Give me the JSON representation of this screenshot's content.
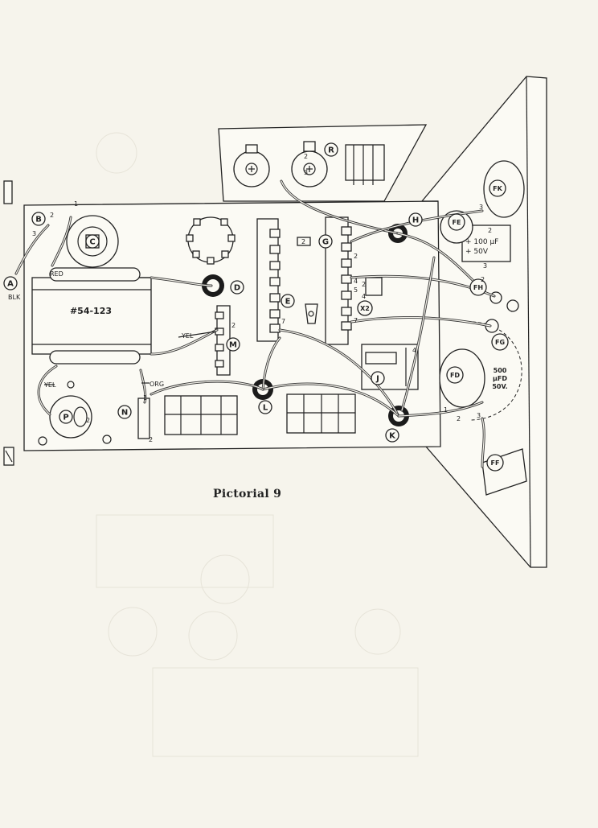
{
  "caption": "Pictorial 9",
  "transformer": {
    "part_number": "#54-123",
    "wire_labels": {
      "red": "RED",
      "blk": "BLK",
      "yel": "YEL",
      "org": "ORG"
    }
  },
  "capacitors": {
    "fe_value": "+ 100 µF",
    "fe_voltage": "+ 50V",
    "fd_value": "500",
    "fd_unit": "µFD",
    "fd_voltage": "50V."
  },
  "components": {
    "A": "A",
    "B": "B",
    "C": "C",
    "D": "D",
    "E": "E",
    "G": "G",
    "H": "H",
    "J": "J",
    "K": "K",
    "L": "L",
    "M": "M",
    "N": "N",
    "P": "P",
    "R": "R",
    "X2": "X2",
    "FD": "FD",
    "FE": "FE",
    "FF": "FF",
    "FG": "FG",
    "FH": "FH",
    "FK": "FK"
  },
  "terminal_numbers": {
    "one": "1",
    "two": "2",
    "three": "3",
    "four": "4",
    "five": "5",
    "seven": "7"
  }
}
